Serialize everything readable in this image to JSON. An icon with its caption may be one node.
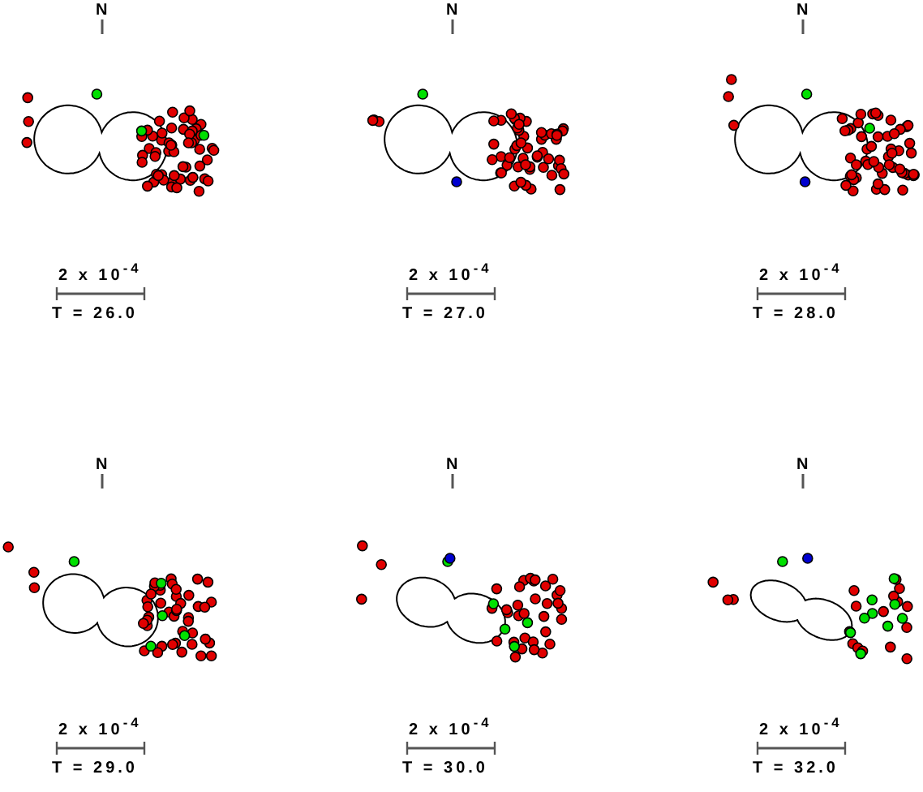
{
  "diagram": {
    "labels": [
      "N",
      "2 x 10$^{-4}$",
      "T = 26.0",
      "N",
      "2 x 10$^{-4}$",
      "T = 27.0",
      "N",
      "2 x 10$^{-4}$",
      "T = 28.0",
      "N",
      "2 x 10$^{-4}$",
      "T = 29.0",
      "N",
      "2 x 10$^{-4}$",
      "T = 30.0",
      "N",
      "2 x 10$^{-4}$",
      "T = 32.0"
    ]
  }
}
